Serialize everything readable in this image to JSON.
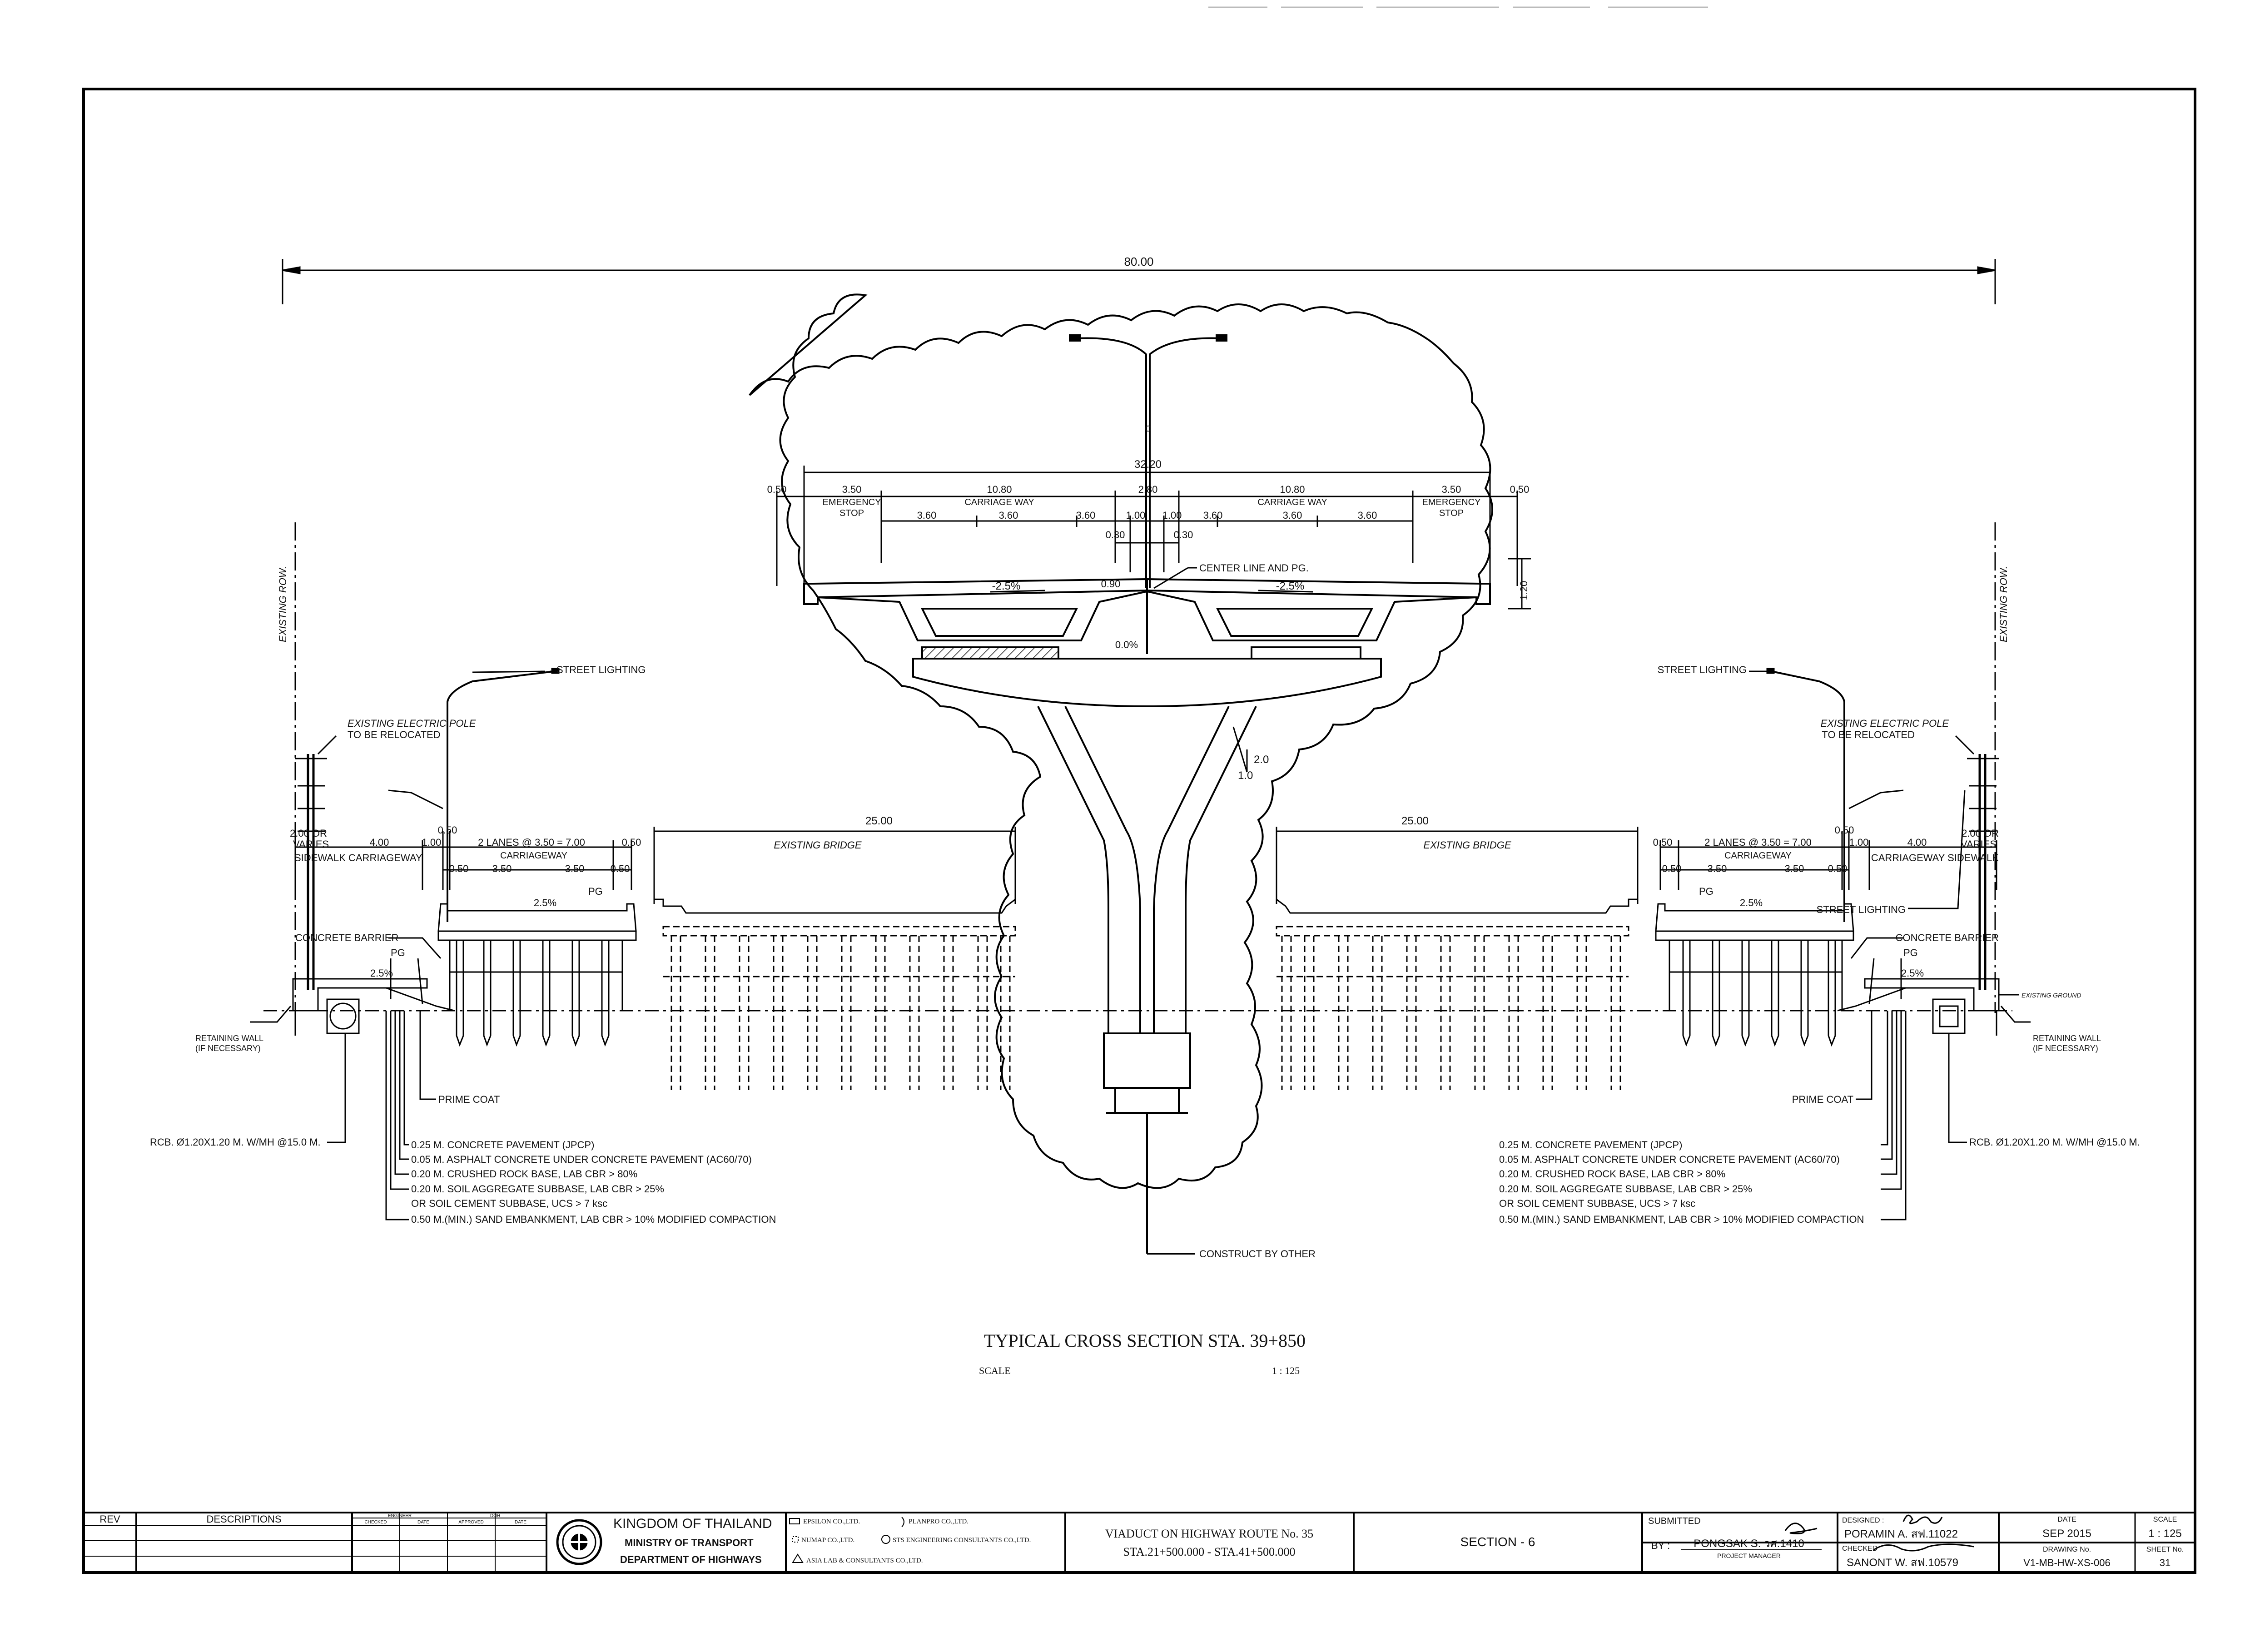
{
  "overall_width": "80.00",
  "deck": {
    "total_width": "32.20",
    "left": {
      "edge": "0.50",
      "emergency_width": "3.50",
      "emergency_label": "EMERGENCY",
      "emergency_label2": "STOP",
      "carriage_width": "10.80",
      "carriage_label": "CARRIAGE WAY",
      "lanes": [
        "3.60",
        "3.60",
        "3.60"
      ],
      "median_part": "1.00",
      "offset": "0.30"
    },
    "right": {
      "edge": "0.50",
      "emergency_width": "3.50",
      "emergency_label": "EMERGENCY",
      "emergency_label2": "STOP",
      "carriage_width": "10.80",
      "carriage_label": "CARRIAGE WAY",
      "lanes": [
        "3.60",
        "3.60",
        "3.60"
      ],
      "median_part": "1.00",
      "offset": "0.30"
    },
    "median": "2.80",
    "center_line": "CENTER LINE AND PG.",
    "slope_left": "-2.5%",
    "slope_right": "-2.5%",
    "dim_090": "0.90",
    "depth": "1.20",
    "pier_slope": "0.0%",
    "pier_ratio_a": "2.0",
    "pier_ratio_b": "1.0",
    "construct_by_other": "CONSTRUCT BY OTHER",
    "cl_mark": "C"
  },
  "left_side": {
    "existing_row": "EXISTING ROW.",
    "street_lighting": "STREET LIGHTING",
    "electric_pole": "EXISTING ELECTRIC POLE",
    "relocated": "TO BE RELOCATED",
    "or_label": "2.00 OR",
    "varies": "VARIES",
    "carriageway_dim": "4.00",
    "dim_100": "1.00",
    "dim_050_top": "0.50",
    "sidewalk_carriageway": "SIDEWALK CARRIAGEWAY",
    "lanes_text": "2 LANES @ 3.50 = 7.00",
    "dim_050_right": "0.50",
    "carriageway_label": "CARRIAGEWAY",
    "sub_dims": [
      "0.50",
      "3.50",
      "3.50",
      "0.50"
    ],
    "slope": "2.5%",
    "pg": "PG",
    "concrete_barrier": "CONCRETE BARRIER",
    "pg2": "PG",
    "slope2": "2.5%",
    "retaining_wall": "RETAINING WALL",
    "if_necessary": "(IF NECESSARY)",
    "prime_coat": "PRIME COAT",
    "rcb": "RCB. Ø1.20X1.20 M. W/MH @15.0 M.",
    "bridge_span": "25.00",
    "existing_bridge": "EXISTING BRIDGE"
  },
  "right_side": {
    "existing_row": "EXISTING ROW.",
    "street_lighting": "STREET LIGHTING",
    "street_lighting2": "STREET LIGHTING",
    "electric_pole": "EXISTING ELECTRIC POLE",
    "relocated": "TO BE RELOCATED",
    "or_label": "2.00 OR",
    "varies": "VARIES",
    "carriageway_dim": "4.00",
    "dim_100": "1.00",
    "dim_050_top": "0.50",
    "sidewalk_carriageway": "CARRIAGEWAY SIDEWALK",
    "lanes_text": "2 LANES @ 3.50 = 7.00",
    "dim_050_left": "0.50",
    "carriageway_label": "CARRIAGEWAY",
    "sub_dims": [
      "0.50",
      "3.50",
      "3.50",
      "0.50"
    ],
    "slope": "2.5%",
    "pg": "PG",
    "concrete_barrier": "CONCRETE BARRIER",
    "pg2": "PG",
    "slope2": "2.5%",
    "existing_ground": "EXISTING GROUND",
    "retaining_wall": "RETAINING WALL",
    "if_necessary": "(IF NECESSARY)",
    "prime_coat": "PRIME COAT",
    "rcb": "RCB. Ø1.20X1.20 M. W/MH @15.0 M.",
    "bridge_span": "25.00",
    "existing_bridge": "EXISTING BRIDGE"
  },
  "pavement_layers": [
    "0.25 M. CONCRETE PAVEMENT (JPCP)",
    "0.05 M. ASPHALT CONCRETE UNDER CONCRETE PAVEMENT (AC60/70)",
    "0.20 M. CRUSHED ROCK BASE, LAB CBR > 80%",
    "0.20 M. SOIL AGGREGATE SUBBASE, LAB CBR > 25%",
    "OR SOIL CEMENT SUBBASE, UCS > 7 ksc",
    "0.50 M.(MIN.) SAND EMBANKMENT, LAB CBR > 10% MODIFIED COMPACTION"
  ],
  "title": "TYPICAL CROSS SECTION STA. 39+850",
  "scale_label": "SCALE",
  "scale_value": "1 : 125",
  "title_block": {
    "rev": "REV",
    "descriptions": "DESCRIPTIONS",
    "engineer": "ENGINEER",
    "doh": "DOH",
    "checked": "CHECKED",
    "date": "DATE",
    "approved": "APPROVED",
    "date2": "DATE",
    "kingdom": "KINGDOM OF THAILAND",
    "ministry": "MINISTRY OF TRANSPORT",
    "department": "DEPARTMENT OF HIGHWAYS",
    "consultants": [
      "EPSILON CO.,LTD.",
      "PLANPRO CO.,LTD.",
      "NUMAP CO.,LTD.",
      "STS ENGINEERING CONSULTANTS CO.,LTD.",
      "ASIA LAB & CONSULTANTS CO.,LTD."
    ],
    "project_line1": "VIADUCT ON HIGHWAY ROUTE No. 35",
    "project_line2": "STA.21+500.000 - STA.41+500.000",
    "section": "SECTION - 6",
    "submitted": "SUBMITTED",
    "by": "BY :",
    "pm_name": "PONGSAK S. วศ.1410",
    "pm_title": "PROJECT MANAGER",
    "designed_label": "DESIGNED :",
    "designed_name": "PORAMIN A. สฟ.11022",
    "checked_label": "CHECKED",
    "checked_name": "SANONT W. สฟ.10579",
    "date_label": "DATE",
    "date_value": "SEP 2015",
    "scale_label": "SCALE",
    "scale_value": "1 : 125",
    "drawing_label": "DRAWING No.",
    "drawing_value": "V1-MB-HW-XS-006",
    "sheet_label": "SHEET No.",
    "sheet_value": "31"
  }
}
